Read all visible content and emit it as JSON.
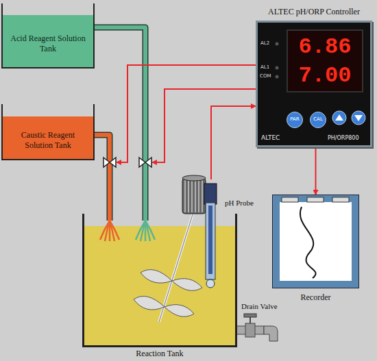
{
  "diagram": {
    "nodes": [
      {
        "text": [
          "Acid Reagent Solution Tank"
        ]
      },
      {
        "text": [
          "Caustic Reagent Solution Tank"
        ]
      },
      {
        "text": [
          "ALTEC pH/ORP Controller"
        ]
      },
      {
        "text": [
          "6.86",
          "7.00"
        ],
        "in": 2
      },
      {
        "text": [
          "PAR"
        ],
        "in": 2
      },
      {
        "text": [
          "CAL"
        ],
        "in": 2
      },
      {
        "text": [
          "Reaction Tank"
        ]
      },
      {
        "text": [
          "pH Probe"
        ]
      },
      {
        "text": [
          "Recorder"
        ]
      }
    ],
    "edges": [
      {
        "from": 0,
        "to": 6,
        "arrow": "none"
      },
      {
        "from": 1,
        "to": 6,
        "arrow": "none"
      },
      {
        "from": 7,
        "to": 2,
        "arrow": "to"
      },
      {
        "from": 2,
        "to": 8,
        "arrow": "to"
      }
    ],
    "labels": [
      "AL2",
      "AL1",
      "COM",
      "ALTEC",
      "PH/ORP800",
      "Drain Valve"
    ]
  }
}
